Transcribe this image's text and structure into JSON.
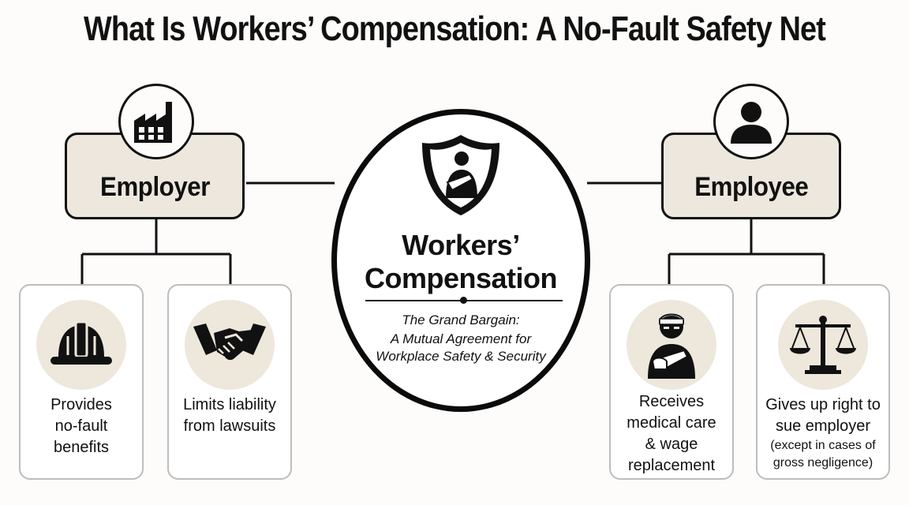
{
  "title": "What Is Workers’ Compensation: A No-Fault Safety Net",
  "employer": {
    "label": "Employer",
    "icon": "factory-icon",
    "cards": [
      {
        "text": "Provides no-fault benefits",
        "icon": "hard-hat-icon"
      },
      {
        "text": "Limits liability from lawsuits",
        "icon": "handshake-icon"
      }
    ]
  },
  "employee": {
    "label": "Employee",
    "icon": "person-icon",
    "cards": [
      {
        "text": "Receives medical care & wage replacement",
        "icon": "injured-worker-icon"
      },
      {
        "text": "Gives up right to sue employer",
        "note": "(except in cases of gross negligence)",
        "icon": "scales-icon"
      }
    ]
  },
  "center": {
    "title_line1": "Workers’",
    "title_line2": "Compensation",
    "subtitle_line1": "The Grand Bargain:",
    "subtitle_line2": "A Mutual Agreement for",
    "subtitle_line3": "Workplace Safety & Security",
    "icon": "shield-injured-worker-icon"
  },
  "colors": {
    "box_fill": "#ede7dd",
    "icon_circle_fill": "#eee7dc",
    "outline": "#111111"
  }
}
